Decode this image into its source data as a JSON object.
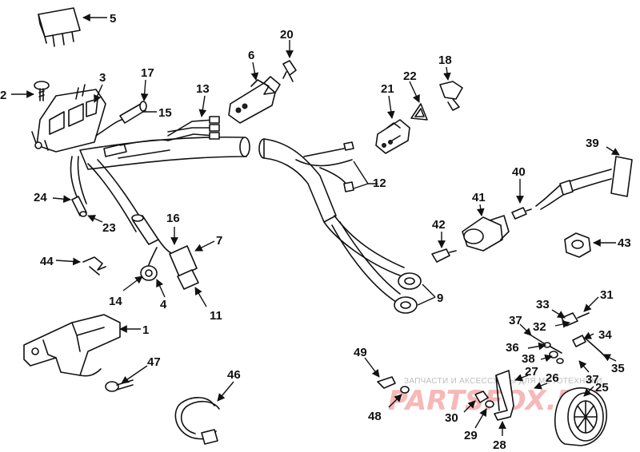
{
  "callouts": [
    {
      "id": "1",
      "label": "1"
    },
    {
      "id": "2",
      "label": "2"
    },
    {
      "id": "3",
      "label": "3"
    },
    {
      "id": "4",
      "label": "4"
    },
    {
      "id": "5",
      "label": "5"
    },
    {
      "id": "6",
      "label": "6"
    },
    {
      "id": "7",
      "label": "7"
    },
    {
      "id": "9",
      "label": "9"
    },
    {
      "id": "11",
      "label": "11"
    },
    {
      "id": "12",
      "label": "12"
    },
    {
      "id": "13",
      "label": "13"
    },
    {
      "id": "14",
      "label": "14"
    },
    {
      "id": "15",
      "label": "15"
    },
    {
      "id": "16",
      "label": "16"
    },
    {
      "id": "17",
      "label": "17"
    },
    {
      "id": "18",
      "label": "18"
    },
    {
      "id": "20",
      "label": "20"
    },
    {
      "id": "21",
      "label": "21"
    },
    {
      "id": "22",
      "label": "22"
    },
    {
      "id": "23",
      "label": "23"
    },
    {
      "id": "24",
      "label": "24"
    },
    {
      "id": "25",
      "label": "25"
    },
    {
      "id": "26",
      "label": "26"
    },
    {
      "id": "27",
      "label": "27"
    },
    {
      "id": "28",
      "label": "28"
    },
    {
      "id": "29",
      "label": "29"
    },
    {
      "id": "30",
      "label": "30"
    },
    {
      "id": "31",
      "label": "31"
    },
    {
      "id": "32",
      "label": "32"
    },
    {
      "id": "33",
      "label": "33"
    },
    {
      "id": "34",
      "label": "34"
    },
    {
      "id": "35",
      "label": "35"
    },
    {
      "id": "36",
      "label": "36"
    },
    {
      "id": "37a",
      "label": "37"
    },
    {
      "id": "37b",
      "label": "37"
    },
    {
      "id": "38",
      "label": "38"
    },
    {
      "id": "39",
      "label": "39"
    },
    {
      "id": "40",
      "label": "40"
    },
    {
      "id": "41",
      "label": "41"
    },
    {
      "id": "42",
      "label": "42"
    },
    {
      "id": "43",
      "label": "43"
    },
    {
      "id": "44",
      "label": "44"
    },
    {
      "id": "46",
      "label": "46"
    },
    {
      "id": "47",
      "label": "47"
    },
    {
      "id": "48",
      "label": "48"
    },
    {
      "id": "49",
      "label": "49"
    }
  ],
  "watermark": {
    "tagline": "ЗАПЧАСТИ И АКСЕССУАРЫ ДЛЯ МОТОТЕХНИКИ",
    "logo": "PARTSFOX.RU"
  }
}
